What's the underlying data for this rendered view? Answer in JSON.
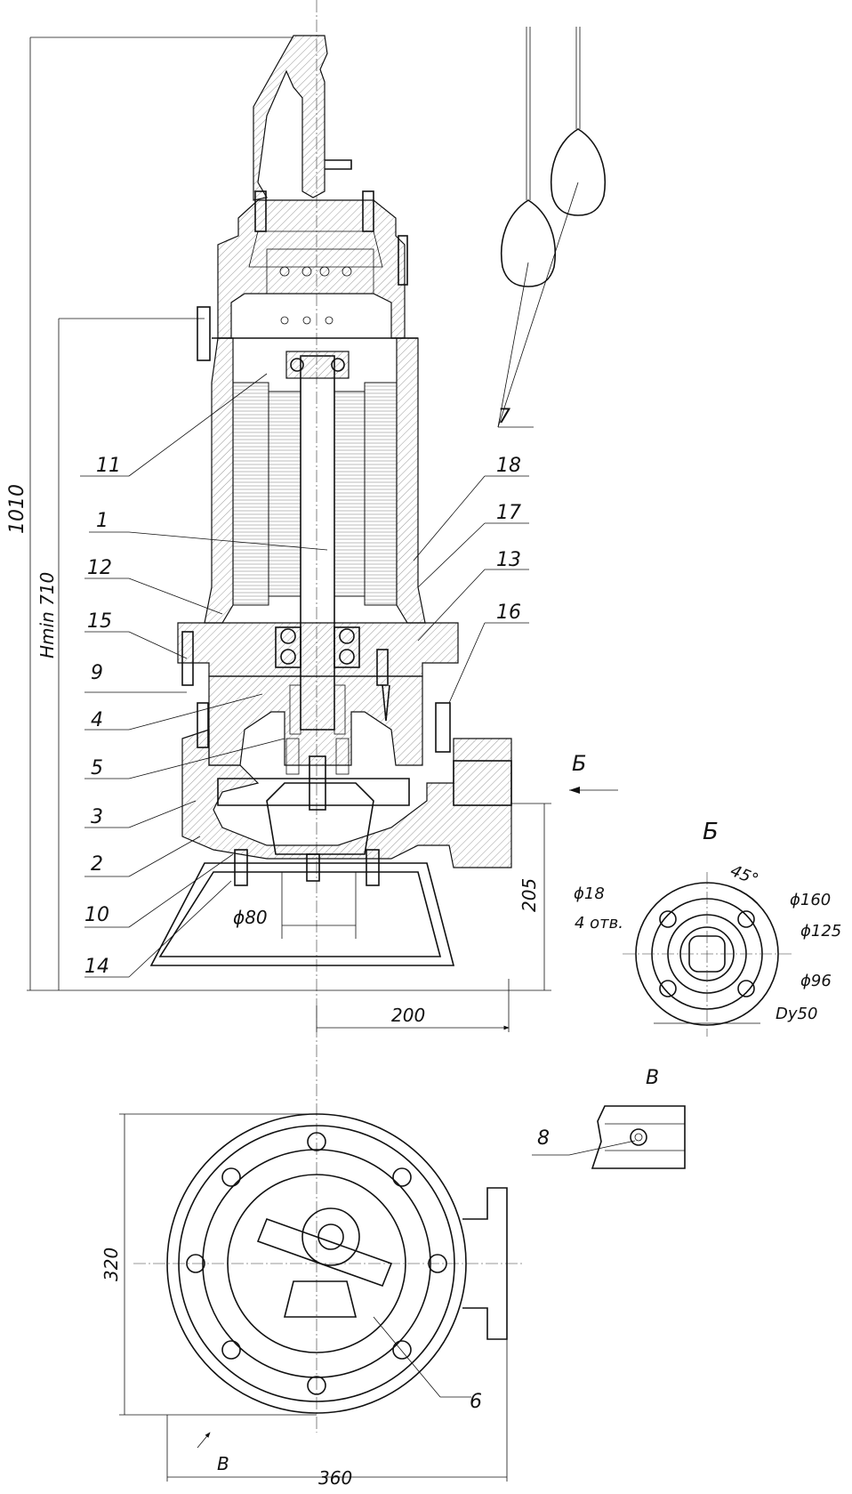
{
  "dimensions": {
    "total_height": "1010",
    "hmin": "Hmin 710",
    "flange_height": "205",
    "flange_offset": "200",
    "outlet_diameter": "ϕ80",
    "plan_width": "360",
    "plan_height": "320"
  },
  "views": {
    "section_b_marker": "Б",
    "section_b_title": "Б",
    "view_v_marker": "В",
    "view_v_title": "В"
  },
  "flange": {
    "angle": "45°",
    "hole_dia": "ϕ18",
    "hole_count": "4 отв.",
    "d160": "ϕ160",
    "d125": "ϕ125",
    "d96": "ϕ96",
    "dn": "Dy50"
  },
  "callouts": [
    "1",
    "2",
    "3",
    "4",
    "5",
    "6",
    "7",
    "8",
    "9",
    "10",
    "11",
    "12",
    "13",
    "14",
    "15",
    "16",
    "17",
    "18"
  ]
}
